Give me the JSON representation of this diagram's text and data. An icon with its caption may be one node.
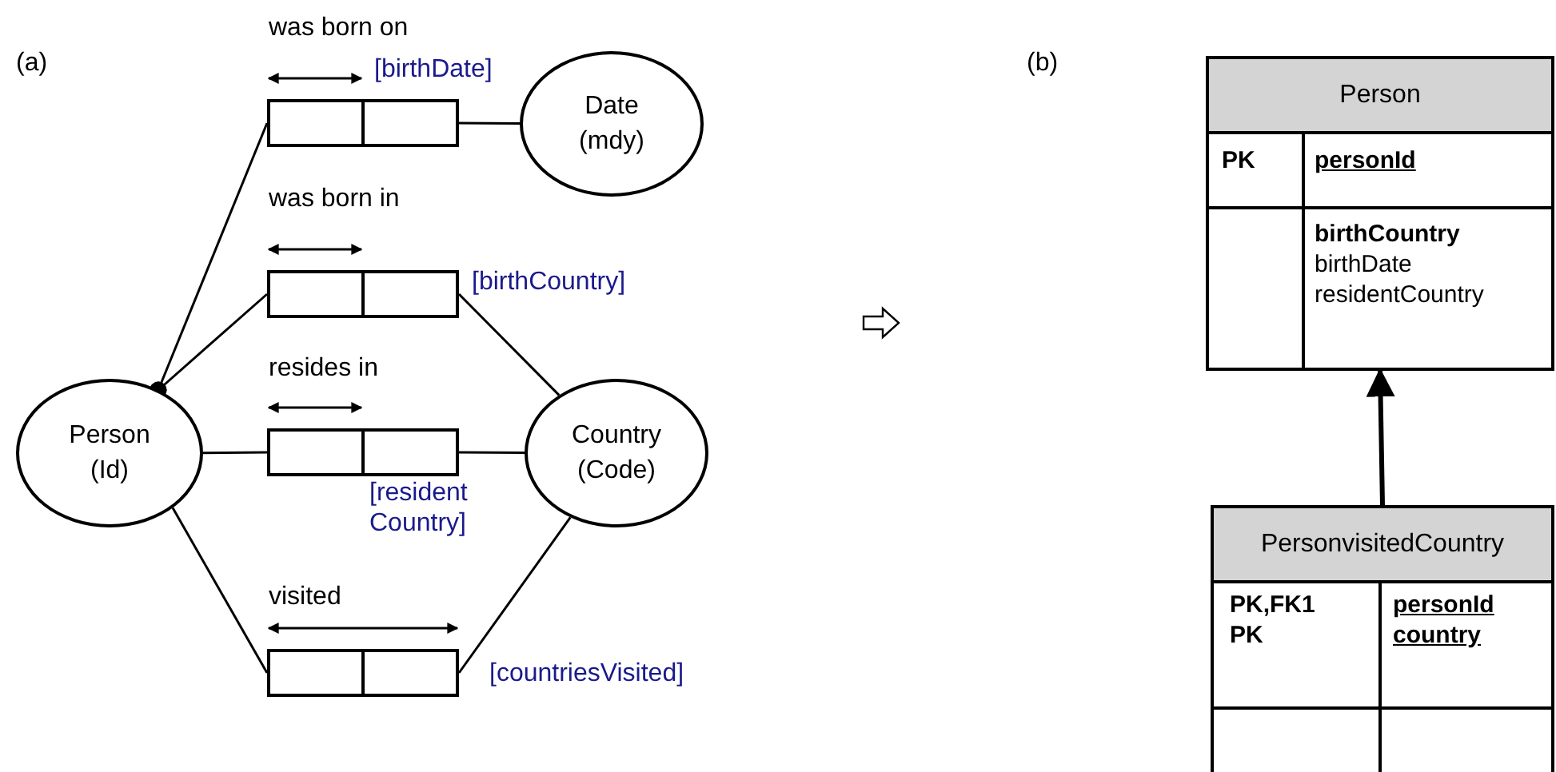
{
  "diagram": {
    "nodes": [
      {
        "text": [
          "Person (Id)"
        ]
      },
      {
        "text": [
          "Date (mdy)"
        ]
      },
      {
        "text": [
          "Country (Code)"
        ]
      },
      {
        "text": [],
        "shape": "box",
        "beside": [
          "was born on",
          "[birthDate]"
        ]
      },
      {
        "text": [],
        "shape": "box",
        "beside": [
          "was born in",
          "[birthCountry]"
        ]
      },
      {
        "text": [],
        "shape": "box",
        "beside": [
          "resides in",
          "[resident Country]"
        ]
      },
      {
        "text": [],
        "shape": "box",
        "beside": [
          "visited",
          "[countriesVisited]"
        ]
      },
      {
        "text": [
          "Person"
        ]
      },
      {
        "text": [
          "PersonvisitedCountry"
        ]
      }
    ],
    "edges": [
      {
        "from": 0,
        "to": 3,
        "arrow": "other"
      },
      {
        "from": 3,
        "to": 1,
        "arrow": "none"
      },
      {
        "from": 0,
        "to": 4,
        "arrow": "other"
      },
      {
        "from": 4,
        "to": 2,
        "arrow": "none"
      },
      {
        "from": 0,
        "to": 5,
        "arrow": "none"
      },
      {
        "from": 5,
        "to": 2,
        "arrow": "none"
      },
      {
        "from": 0,
        "to": 6,
        "arrow": "none"
      },
      {
        "from": 6,
        "to": 2,
        "arrow": "none"
      },
      {
        "from": 8,
        "to": 7,
        "arrow": "to",
        "style": "thick"
      }
    ],
    "labels": [
      "(a)",
      "(b)",
      "PK",
      "personId",
      "birthCountry",
      "birthDate",
      "residentCountry",
      "PK,FK1",
      "PK",
      "personId",
      "country"
    ]
  }
}
